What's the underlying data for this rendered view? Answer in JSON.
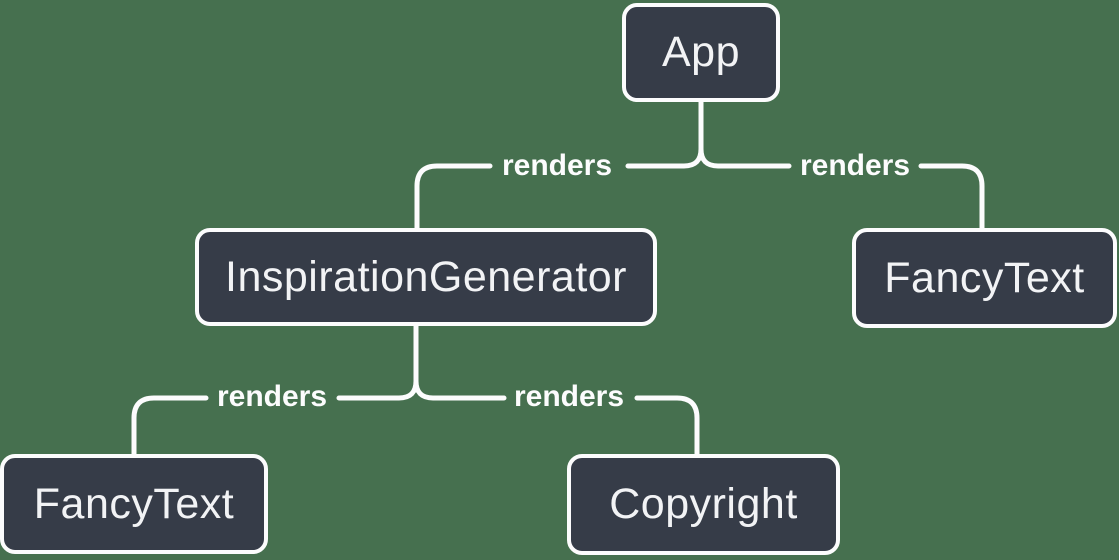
{
  "diagram": {
    "type": "tree",
    "colors": {
      "background": "#46704F",
      "node_fill": "#363C48",
      "node_border": "#FCFCFD",
      "edge_line": "#FCFCFD",
      "node_text": "#F2F3F5",
      "edge_label_text": "#FCFCFD"
    },
    "nodes": [
      {
        "id": "app",
        "label": "App"
      },
      {
        "id": "inspiration-generator",
        "label": "InspirationGenerator"
      },
      {
        "id": "fancy-text-top",
        "label": "FancyText"
      },
      {
        "id": "fancy-text-bottom",
        "label": "FancyText"
      },
      {
        "id": "copyright",
        "label": "Copyright"
      }
    ],
    "edges": [
      {
        "from": "App",
        "to": "InspirationGenerator",
        "label": "renders"
      },
      {
        "from": "App",
        "to": "FancyText",
        "label": "renders"
      },
      {
        "from": "InspirationGenerator",
        "to": "FancyText",
        "label": "renders"
      },
      {
        "from": "InspirationGenerator",
        "to": "Copyright",
        "label": "renders"
      }
    ]
  }
}
